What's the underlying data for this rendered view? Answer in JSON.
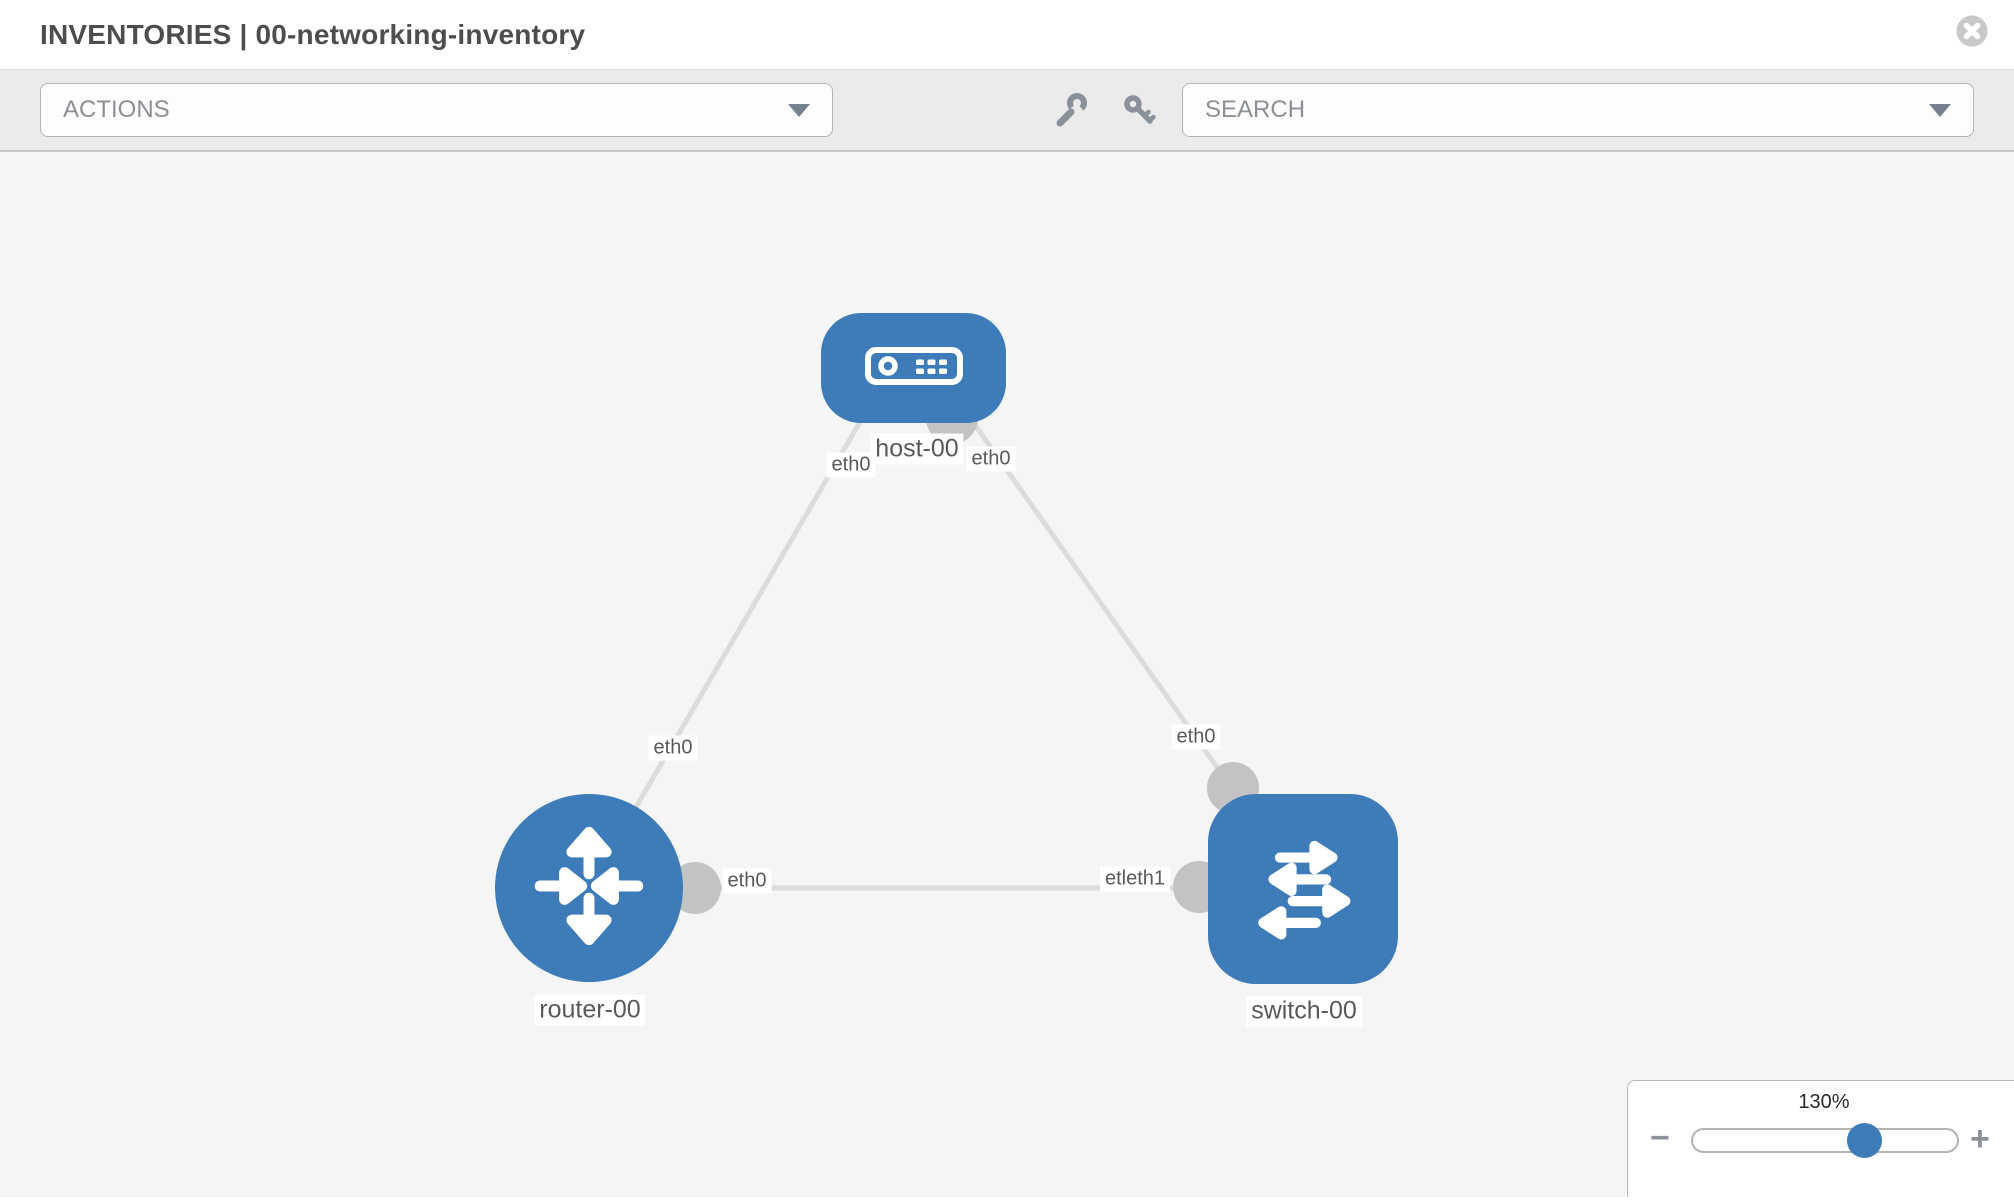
{
  "header": {
    "title": "INVENTORIES | 00-networking-inventory",
    "close_icon": "close-icon"
  },
  "toolbar": {
    "actions_label": "ACTIONS",
    "search_placeholder": "SEARCH",
    "icons": [
      "wrench-icon",
      "key-icon",
      "chevron-down-icon"
    ]
  },
  "topology": {
    "nodes": {
      "host": {
        "label": "host-00",
        "type": "host",
        "icon": "host-icon"
      },
      "router": {
        "label": "router-00",
        "type": "router",
        "icon": "router-icon"
      },
      "switch": {
        "label": "switch-00",
        "type": "switch",
        "icon": "switch-icon"
      }
    },
    "interfaces": {
      "host_left": "eth0",
      "host_right": "eth0",
      "link_host_router": "eth0",
      "link_host_switch": "eth0",
      "router_right": "eth0",
      "switch_left": "etleth1"
    },
    "links": [
      {
        "from": "host-00",
        "to": "router-00"
      },
      {
        "from": "host-00",
        "to": "switch-00"
      },
      {
        "from": "router-00",
        "to": "switch-00"
      }
    ]
  },
  "zoom": {
    "level": "130%",
    "minus_label": "−",
    "plus_label": "+"
  },
  "colors": {
    "node_blue": "#3d7cb8",
    "port_gray": "#c3c3c3",
    "link_gray": "#dcdcdc",
    "canvas_bg": "#f5f5f5",
    "toolbar_bg": "#ebebeb"
  }
}
